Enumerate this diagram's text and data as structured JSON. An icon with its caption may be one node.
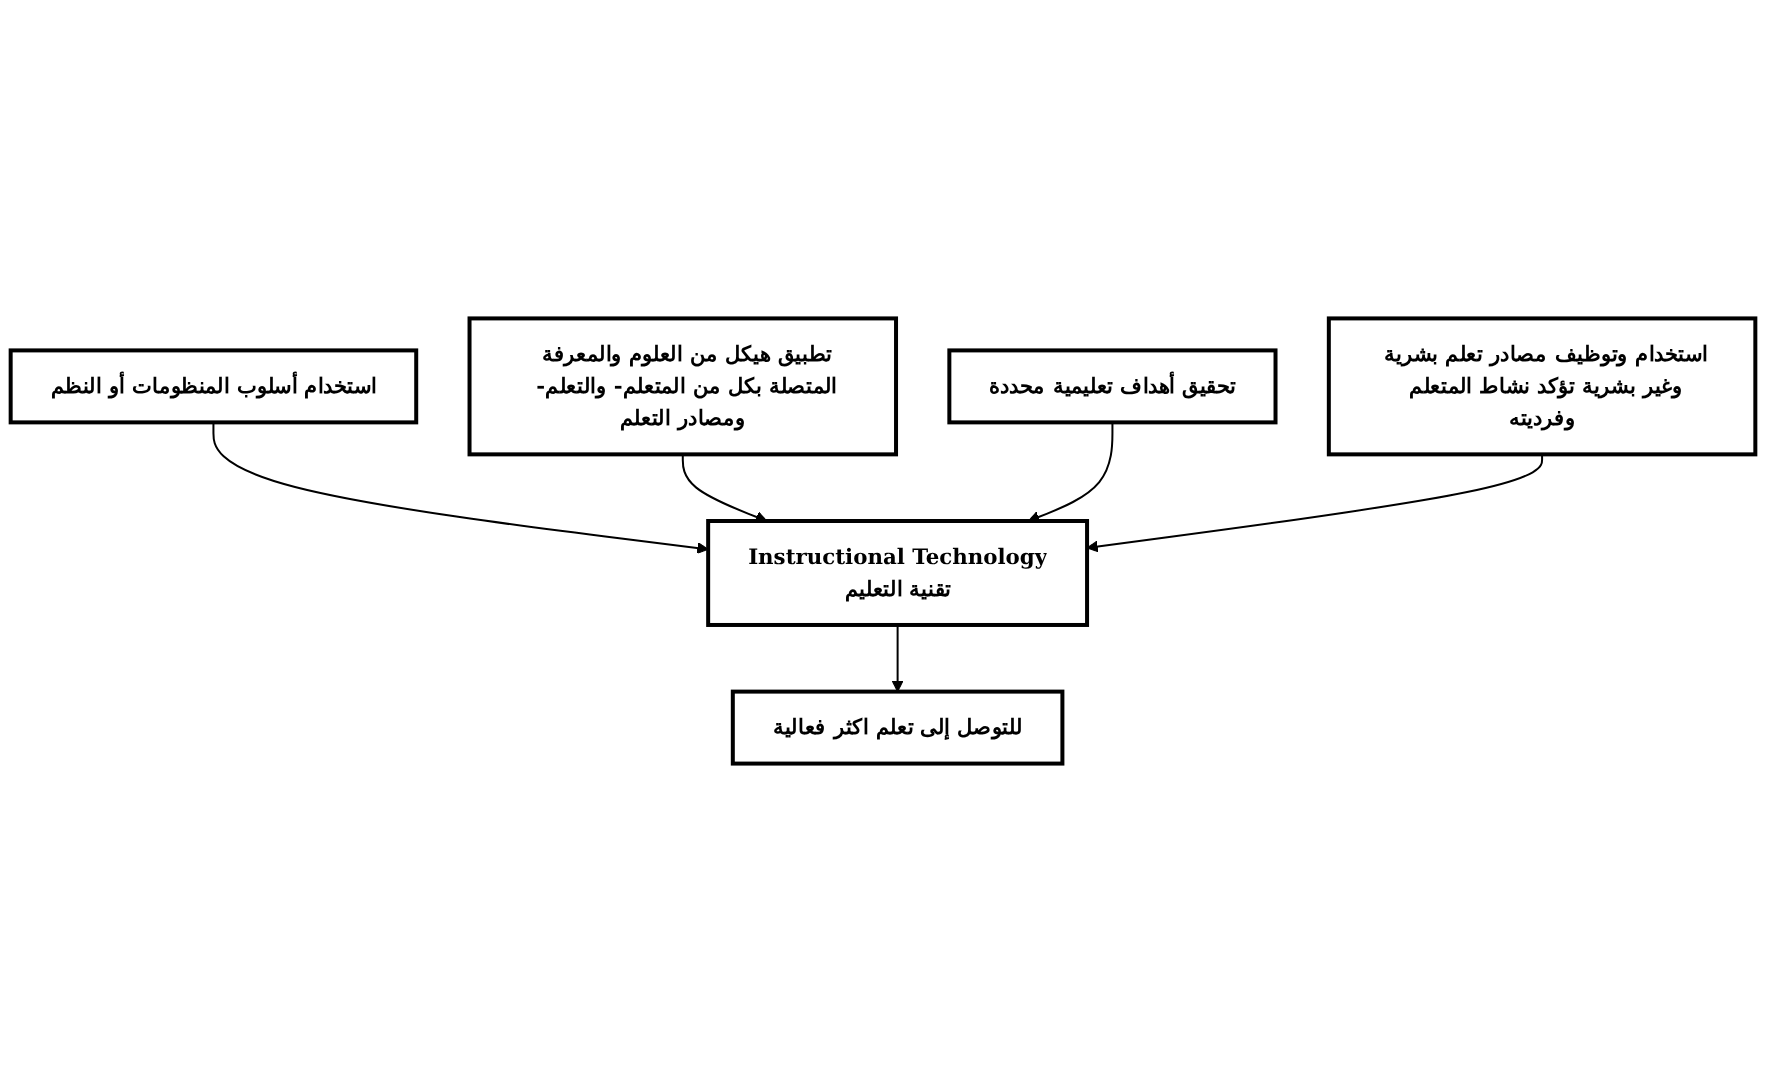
{
  "diagram": {
    "nodes": [
      {
        "text": [
          "استخدام أسلوب المنظومات أو النظم"
        ]
      },
      {
        "text": [
          "تطبيق هيكل من العلوم والمعرفة المتصلة بكل من المتعلم- والتعلم- ومصادر التعلم"
        ]
      },
      {
        "text": [
          "Instructional Technology",
          "تقنية التعليم"
        ]
      },
      {
        "text": [
          "للتوصل إلى تعلم اكثر فعالية"
        ]
      },
      {
        "text": [
          "تحقيق أهداف تعليمية محددة"
        ]
      },
      {
        "text": [
          "استخدام وتوظيف مصادر تعلم بشرية وغير بشرية تؤكد نشاط المتعلم وفرديته"
        ]
      }
    ],
    "edges": [
      {
        "from": 0,
        "to": 2,
        "arrow": "to"
      },
      {
        "from": 1,
        "to": 2,
        "arrow": "to"
      },
      {
        "from": 2,
        "to": 3,
        "arrow": "to"
      },
      {
        "from": 4,
        "to": 2,
        "arrow": "to"
      },
      {
        "from": 5,
        "to": 2,
        "arrow": "to"
      }
    ]
  }
}
